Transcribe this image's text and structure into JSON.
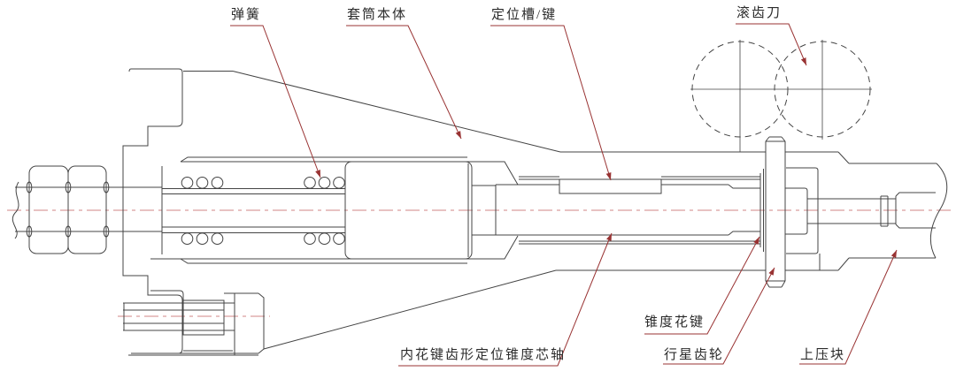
{
  "drawing": {
    "type": "mechanical-section-diagram",
    "labels": {
      "spring": {
        "text": "弹簧"
      },
      "sleeve_body": {
        "text": "套筒本体"
      },
      "locating_slot_key": {
        "text": "定位槽/键"
      },
      "hob_cutter": {
        "text": "滚齿刀"
      },
      "taper_mandrel": {
        "text": "内花键齿形定位锥度芯轴"
      },
      "taper_spline": {
        "text": "锥度花键"
      },
      "planetary_gear": {
        "text": "行星齿轮"
      },
      "upper_press_block": {
        "text": "上压块"
      }
    },
    "colors": {
      "line": "#444444",
      "leader": "#993333",
      "centerline": "#d08585",
      "label_text": "#2b2b2b",
      "background": "#ffffff"
    }
  }
}
